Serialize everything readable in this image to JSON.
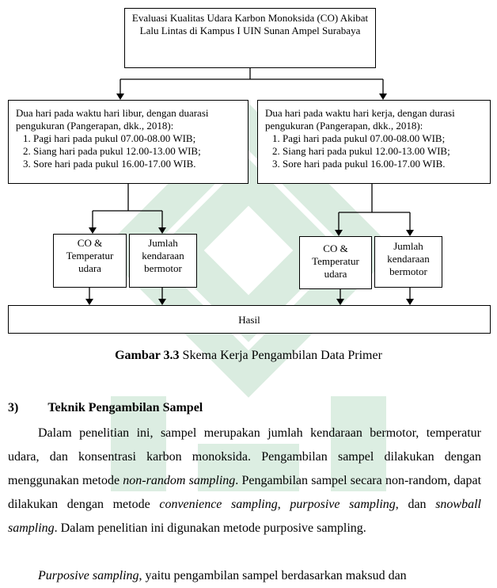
{
  "diagram": {
    "top_box": "Evaluasi Kualitas Udara Karbon Monoksida (CO) Akibat Lalu Lintas di Kampus I UIN Sunan Ampel Surabaya",
    "left_box": {
      "heading": "Dua hari pada waktu hari libur, dengan duarasi pengukuran (Pangerapan, dkk., 2018):",
      "items": [
        "Pagi hari pada pukul 07.00-08.00 WIB;",
        "Siang hari pada pukul 12.00-13.00 WIB;",
        "Sore hari pada pukul 16.00-17.00 WIB."
      ]
    },
    "right_box": {
      "heading": "Dua hari pada waktu hari kerja, dengan durasi pengukuran (Pangerapan, dkk., 2018):",
      "items": [
        "Pagi hari pada pukul 07.00-08.00 WIB;",
        "Siang hari pada pukul 12.00-13.00 WIB;",
        "Sore hari pada pukul 16.00-17.00 WIB."
      ]
    },
    "co_temp": "CO & Temperatur udara",
    "jumlah": "Jumlah kendaraan bermotor",
    "hasil": "Hasil"
  },
  "caption": {
    "label": "Gambar 3.3",
    "text": "Skema Kerja Pengambilan Data Primer"
  },
  "section": {
    "number": "3)",
    "title": "Teknik Pengambilan Sampel"
  },
  "paragraph1": {
    "p1": "Dalam penelitian ini, sampel merupakan jumlah kendaraan bermotor, temperatur udara, dan konsentrasi karbon monoksida. Pengambilan sampel dilakukan dengan menggunakan metode ",
    "i1": "non-random sampling",
    "p2": ". Pengambilan sampel secara non-random, dapat dilakukan dengan metode ",
    "i2": "convenience sampling",
    "p3": ", ",
    "i3": "purposive sampling",
    "p4": ", dan ",
    "i4": "snowball sampling",
    "p5": ". Dalam penelitian ini digunakan metode purposive sampling."
  },
  "paragraph2": {
    "i1": "Purposive sampling",
    "p1": ", yaitu pengambilan sampel berdasarkan maksud dan"
  },
  "colors": {
    "watermark": "#cfe8d8"
  }
}
